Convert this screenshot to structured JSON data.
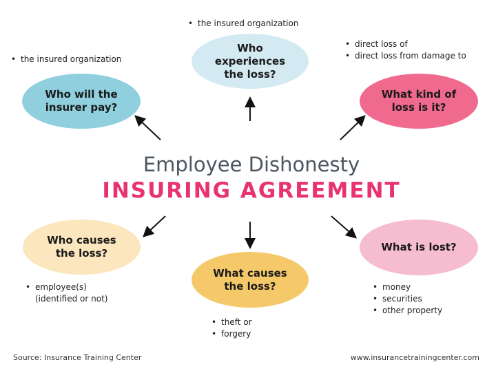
{
  "title": {
    "line1": "Employee Dishonesty",
    "line2": "INSURING AGREEMENT"
  },
  "nodes": {
    "insurer_pay": {
      "label": "Who will the insurer pay?",
      "color": "#8fcfde",
      "bullets": [
        "the insured organization"
      ]
    },
    "experiences": {
      "label": "Who experiences the loss?",
      "color": "#d4eaf2",
      "bullets": [
        "the insured organization"
      ]
    },
    "kind": {
      "label": "What kind of loss is it?",
      "color": "#f06a8e",
      "bullets": [
        "direct loss of",
        "direct loss from damage to"
      ]
    },
    "who_causes": {
      "label": "Who causes the loss?",
      "color": "#fbe6bd",
      "bullets": [
        "employee(s)",
        "(identified or not)"
      ]
    },
    "what_causes": {
      "label": "What causes the loss?",
      "color": "#f5c96a",
      "bullets": [
        "theft or",
        "forgery"
      ]
    },
    "lost": {
      "label": "What is lost?",
      "color": "#f6bcd0",
      "bullets": [
        "money",
        "securities",
        "other property"
      ]
    }
  },
  "footer": {
    "source": "Source: Insurance Training Center",
    "url": "www.insurancetrainingcenter.com"
  }
}
